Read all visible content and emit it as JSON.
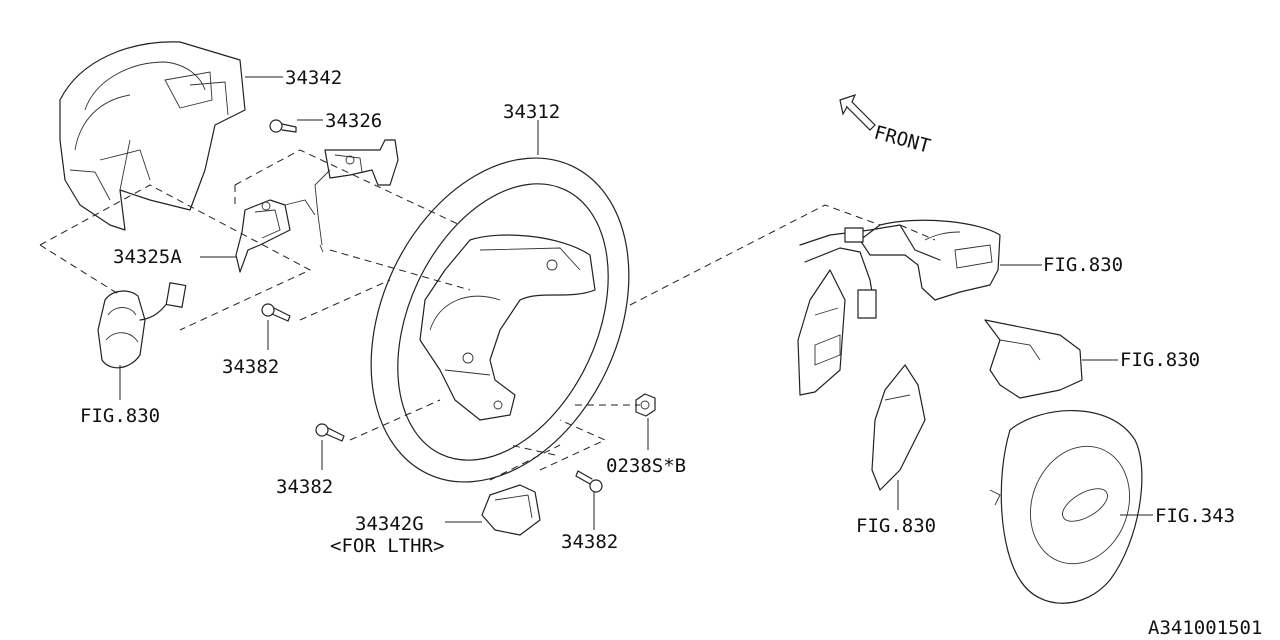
{
  "labels": {
    "p34342": "34342",
    "p34326": "34326",
    "p34312": "34312",
    "p34325A": "34325A",
    "fig830_left": "FIG.830",
    "p34382_a": "34382",
    "p34382_b": "34382",
    "p34382_c": "34382",
    "p34342G": "34342G",
    "for_lthr": "<FOR LTHR>",
    "p0238S": "0238S*B",
    "fig830_a": "FIG.830",
    "fig830_b": "FIG.830",
    "fig830_c": "FIG.830",
    "fig343": "FIG.343",
    "front": "FRONT",
    "diagram_id": "A341001501"
  }
}
